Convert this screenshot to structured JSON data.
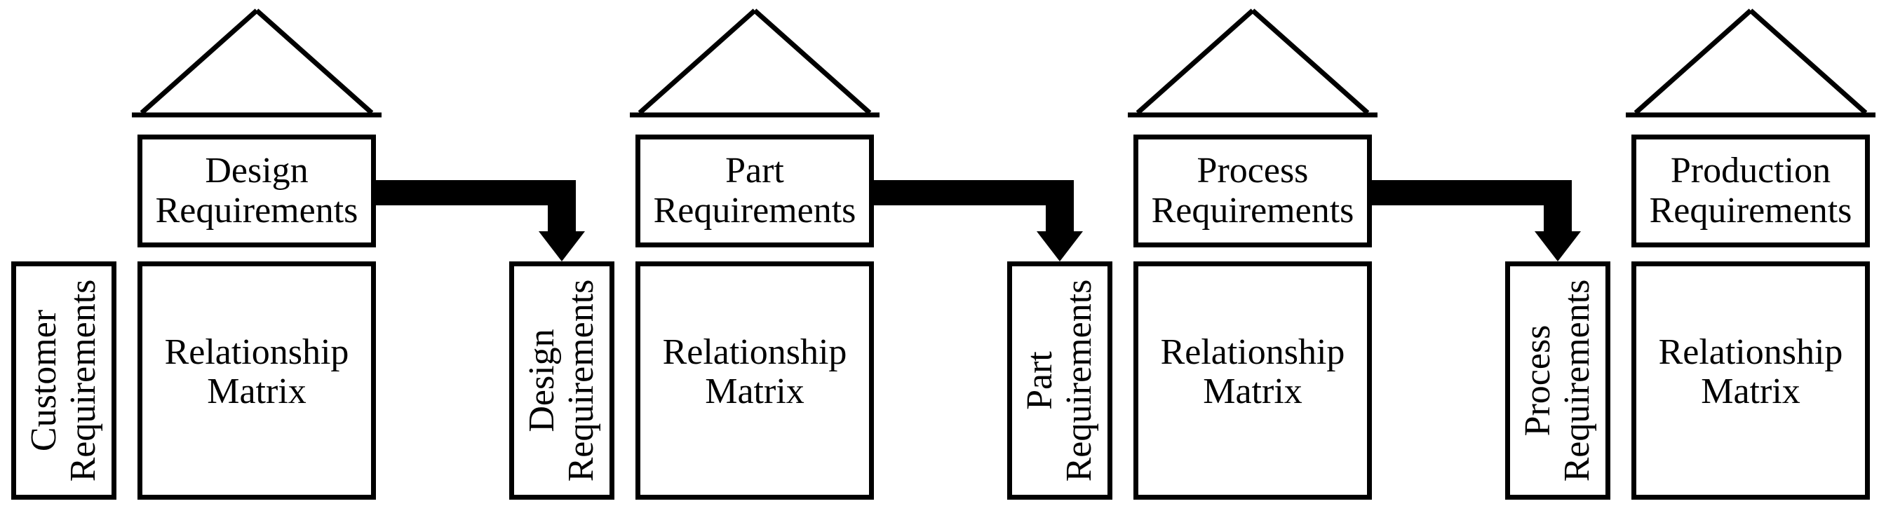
{
  "diagram": {
    "colors": {
      "line": "#000000",
      "fill": "#ffffff",
      "arrow": "#000000"
    },
    "icons": {
      "roof": "triangle-roof-icon",
      "arrow": "elbow-down-arrow-icon"
    },
    "houses": [
      {
        "left_box": {
          "line1": "Customer",
          "line2": "Requirements"
        },
        "top_box": {
          "line1": "Design",
          "line2": "Requirements"
        },
        "matrix_box": {
          "line1": "Relationship",
          "line2": "Matrix"
        }
      },
      {
        "left_box": {
          "line1": "Design",
          "line2": "Requirements"
        },
        "top_box": {
          "line1": "Part",
          "line2": "Requirements"
        },
        "matrix_box": {
          "line1": "Relationship",
          "line2": "Matrix"
        }
      },
      {
        "left_box": {
          "line1": "Part",
          "line2": "Requirements"
        },
        "top_box": {
          "line1": "Process",
          "line2": "Requirements"
        },
        "matrix_box": {
          "line1": "Relationship",
          "line2": "Matrix"
        }
      },
      {
        "left_box": {
          "line1": "Process",
          "line2": "Requirements"
        },
        "top_box": {
          "line1": "Production",
          "line2": "Requirements"
        },
        "matrix_box": {
          "line1": "Relationship",
          "line2": "Matrix"
        }
      }
    ],
    "arrows": [
      {
        "from": "Design Requirements",
        "to": "Design Requirements"
      },
      {
        "from": "Part Requirements",
        "to": "Part Requirements"
      },
      {
        "from": "Process Requirements",
        "to": "Process Requirements"
      }
    ]
  }
}
